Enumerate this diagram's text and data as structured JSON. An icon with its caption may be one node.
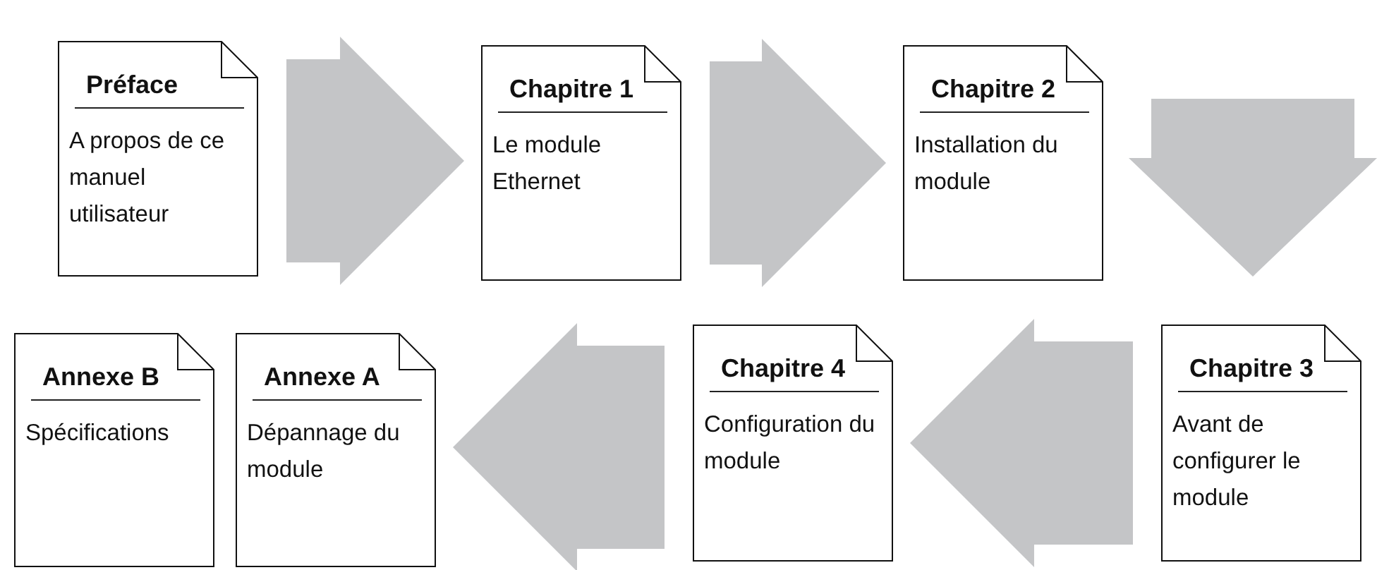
{
  "diagram": {
    "nodes": [
      {
        "text": [
          "Préface",
          "A propos de ce manuel utilisateur"
        ]
      },
      {
        "text": [
          "Chapitre 1",
          "Le module Ethernet"
        ]
      },
      {
        "text": [
          "Chapitre 2",
          "Installation du module"
        ]
      },
      {
        "text": [
          "Chapitre 3",
          "Avant de configurer le module"
        ]
      },
      {
        "text": [
          "Chapitre 4",
          "Configuration du module"
        ]
      },
      {
        "text": [
          "Annexe A",
          "Dépannage du module"
        ]
      },
      {
        "text": [
          "Annexe B",
          "Spécifications"
        ]
      }
    ],
    "edges": [
      {
        "from": 0,
        "to": 1,
        "arrow": "to"
      },
      {
        "from": 1,
        "to": 2,
        "arrow": "to"
      },
      {
        "from": 2,
        "to": 3,
        "arrow": "to"
      },
      {
        "from": 3,
        "to": 4,
        "arrow": "to"
      },
      {
        "from": 4,
        "to": 5,
        "arrow": "to"
      }
    ]
  }
}
